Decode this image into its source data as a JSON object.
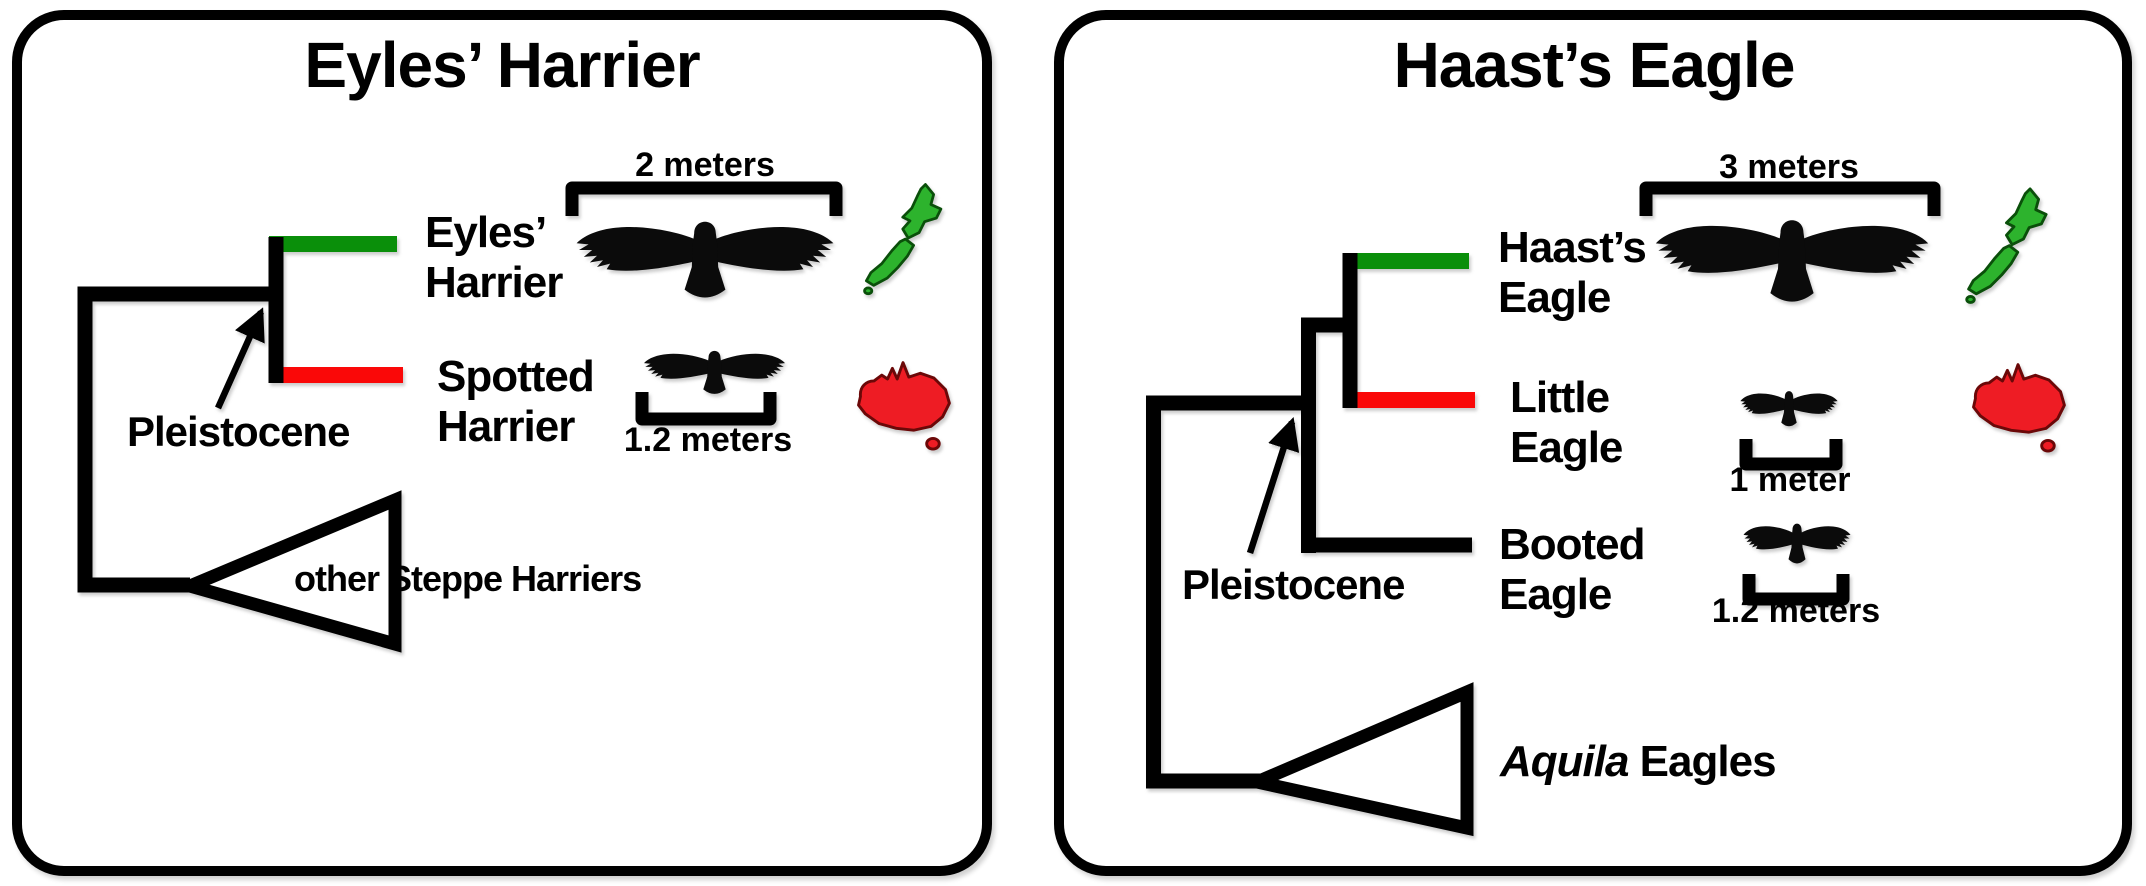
{
  "figure": {
    "panels": [
      {
        "title": "Eyles’ Harrier",
        "era_label": "Pleistocene",
        "taxa": [
          {
            "line1": "Eyles’",
            "line2": "Harrier",
            "wingspan": "2 meters",
            "branch_color": "#0a8f0a",
            "region_icon": "new-zealand-map"
          },
          {
            "line1": "Spotted",
            "line2": "Harrier",
            "wingspan": "1.2 meters",
            "branch_color": "#fa0808",
            "region_icon": "australia-map"
          }
        ],
        "outgroup": {
          "label": "other Steppe Harriers"
        }
      },
      {
        "title": "Haast’s Eagle",
        "era_label": "Pleistocene",
        "taxa": [
          {
            "line1": "Haast’s",
            "line2": "Eagle",
            "wingspan": "3 meters",
            "branch_color": "#0a8f0a",
            "region_icon": "new-zealand-map"
          },
          {
            "line1": "Little",
            "line2": "Eagle",
            "wingspan": "1 meter",
            "branch_color": "#fa0808",
            "region_icon": "australia-map"
          },
          {
            "line1": "Booted",
            "line2": "Eagle",
            "wingspan": "1.2 meters",
            "branch_color": "#000000",
            "region_icon": ""
          }
        ],
        "outgroup": {
          "label_italic": "Aquila",
          "label_rest": " Eagles"
        }
      }
    ],
    "colors": {
      "branch_green": "#0a8f0a",
      "branch_red": "#fa0808",
      "map_green_fill": "#2db32d",
      "map_green_stroke": "#0a4f0a",
      "map_red_fill": "#ee1c24",
      "map_red_stroke": "#6b0808",
      "line_black": "#000000"
    }
  }
}
